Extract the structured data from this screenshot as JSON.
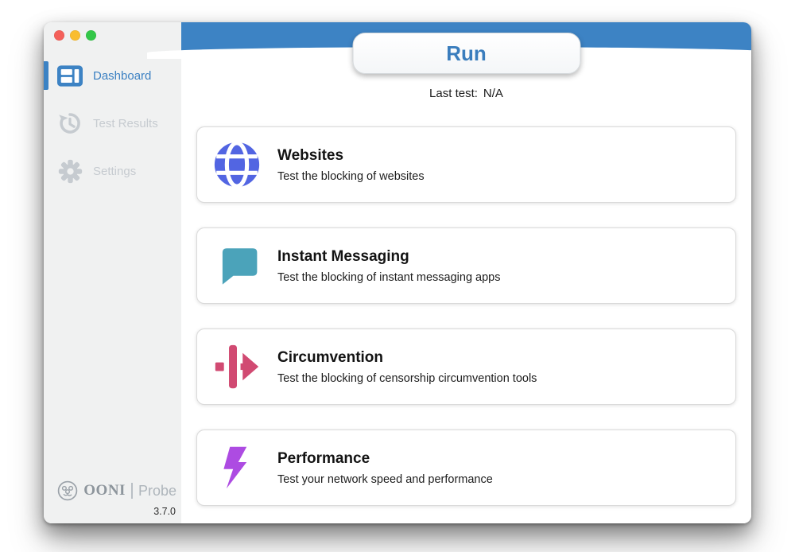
{
  "titlebar": {
    "traffic_lights": {
      "red": "#f4605a",
      "yellow": "#f9bd2f",
      "green": "#33c748"
    }
  },
  "sidebar": {
    "items": [
      {
        "label": "Dashboard",
        "icon": "dashboard-icon",
        "active": true
      },
      {
        "label": "Test Results",
        "icon": "history-icon",
        "active": false
      },
      {
        "label": "Settings",
        "icon": "gear-icon",
        "active": false
      }
    ],
    "footer": {
      "brand": "OONI",
      "divider": "|",
      "product": "Probe",
      "version": "3.7.0"
    }
  },
  "main": {
    "run_label": "Run",
    "last_test": {
      "label": "Last test:",
      "value": "N/A"
    },
    "cards": [
      {
        "title": "Websites",
        "subtitle": "Test the blocking of websites",
        "icon": "globe-icon",
        "color": "#5265e2"
      },
      {
        "title": "Instant Messaging",
        "subtitle": "Test the blocking of instant messaging apps",
        "icon": "chat-bubble-icon",
        "color": "#4ba3ba"
      },
      {
        "title": "Circumvention",
        "subtitle": "Test the blocking of censorship circumvention tools",
        "icon": "circumvention-icon",
        "color": "#d14a72"
      },
      {
        "title": "Performance",
        "subtitle": "Test your network speed and performance",
        "icon": "lightning-icon",
        "color": "#ad4be2"
      }
    ]
  },
  "colors": {
    "header_blue": "#3d83c4",
    "accent_blue": "#3a7dbd",
    "sidebar_bg": "#f0f1f1",
    "inactive_gray": "#c6cbd0",
    "card_border": "#dadada"
  }
}
